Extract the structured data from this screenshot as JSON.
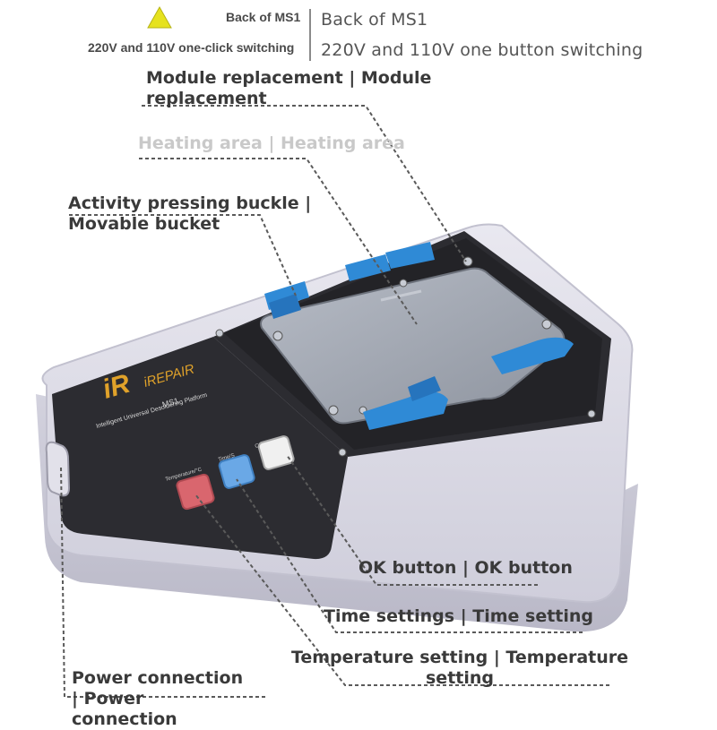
{
  "header": {
    "left_line1": "Back of MS1",
    "left_line2": "220V and 110V one-click switching",
    "right_line1": "Back of MS1",
    "right_line2": "220V and 110V one button switching"
  },
  "callouts": {
    "module": "Module replacement | Module replacement",
    "heating": "Heating area | Heating area",
    "buckle": "Activity pressing buckle | Movable bucket",
    "ok": "OK button | OK button",
    "time": "Time settings | Time setting",
    "temperature": "Temperature setting | Temperature setting",
    "power": "Power connection | Power connection"
  },
  "device": {
    "brand": "iREPAIR",
    "subtitle": "Intelligent Universal Desoldering Platform",
    "model": "MS1",
    "button_labels": [
      "Temperature/°C",
      "Time/S",
      "Confirm/OK"
    ]
  },
  "colors": {
    "housing": "#dcdbe6",
    "panel": "#2c2c31",
    "clip": "#2f8ad6",
    "temp_button": "#d9666e",
    "time_button": "#6aa8e6",
    "ok_button": "#f0f0f0"
  }
}
